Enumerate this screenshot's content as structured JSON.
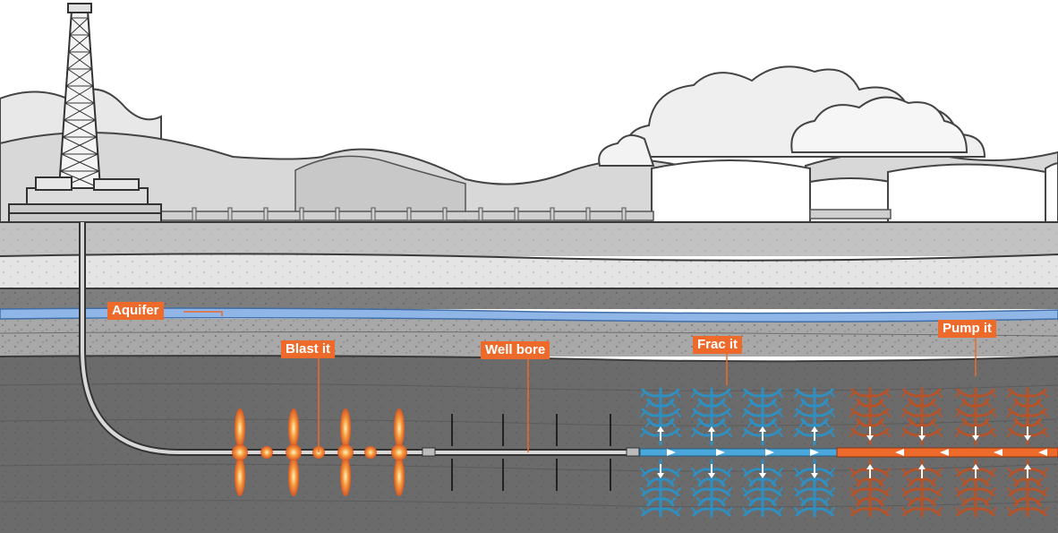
{
  "diagram": {
    "labels": {
      "aquifer": "Aquifer",
      "blast": "Blast it",
      "well_bore": "Well bore",
      "frac": "Frac it",
      "pump": "Pump it"
    },
    "colors": {
      "callout": "#ee6a2b",
      "aquifer": "#5b8fd0",
      "blast": "#f08a3c",
      "frac": "#2f8fc0",
      "pump": "#b5532a",
      "rock_dark": "#707070",
      "rock_light": "#cfcfcf",
      "sky": "#ffffff"
    }
  }
}
